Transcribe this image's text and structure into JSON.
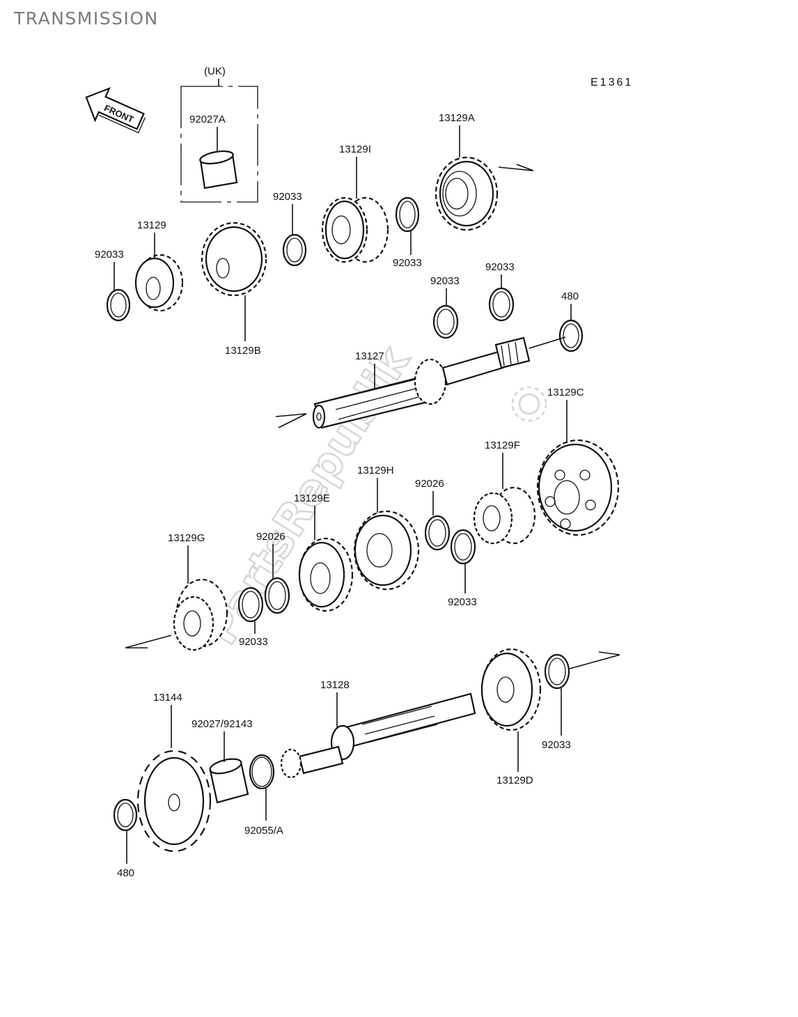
{
  "title": "TRANSMISSION",
  "diagram_code": "E1361",
  "front_arrow_label": "FRONT",
  "uk_box_label": "(UK)",
  "watermark_text": "PartsRepublik",
  "labels": {
    "p92027A": "92027A",
    "p13129A": "13129A",
    "p13129I": "13129I",
    "p92033_a": "92033",
    "p92033_b": "92033",
    "p92033_c": "92033",
    "p92033_d": "92033",
    "p92033_e": "92033",
    "p92033_f": "92033",
    "p92033_g": "92033",
    "p92033_h": "92033",
    "p13129": "13129",
    "p13129B": "13129B",
    "p480_top": "480",
    "p13127": "13127",
    "p13129C": "13129C",
    "p13129F": "13129F",
    "p13129H": "13129H",
    "p92026_a": "92026",
    "p92026_b": "92026",
    "p13129E": "13129E",
    "p13129G": "13129G",
    "p13144": "13144",
    "p13128": "13128",
    "p92027_92143": "92027/92143",
    "p92055A": "92055/A",
    "p13129D": "13129D",
    "p480_bottom": "480"
  }
}
